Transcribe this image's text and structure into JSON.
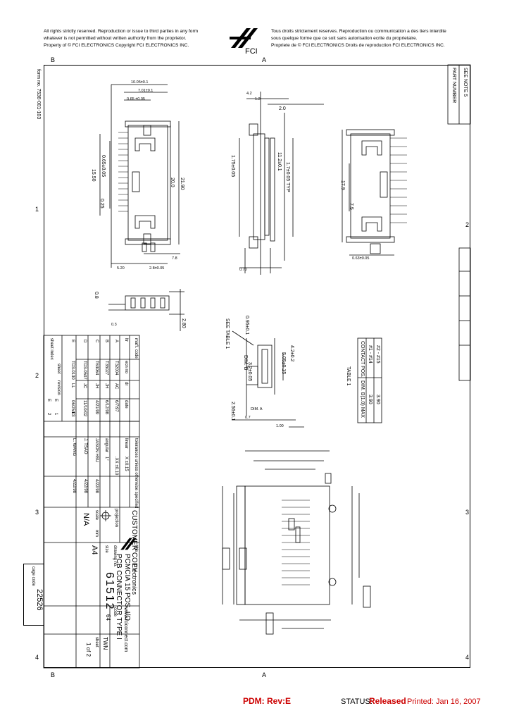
{
  "header": {
    "en_line1": "All rights strictly reserved. Reproduction or issue to third parties in any form",
    "en_line2": "whatever is not permitted without written authority from the proprietor.",
    "en_line3": "Property of © FCI ELECTRONICS          Copyright FCI ELECTRONICS INC.",
    "fr_line1": "Tous droits strictement reserves.  Reproduction ou communication a des tiers interdite",
    "fr_line2": "sous quelque forme que ce soit sans autorisation ecrite du proprietaire.",
    "fr_line3": "Propriete de © FCI ELECTRONICS          Droits de reproduction FCI ELECTRONICS INC.",
    "logo_text": "FCI"
  },
  "frame": {
    "zone_letters": [
      "B",
      "A",
      "A",
      "B"
    ],
    "zone_numbers": [
      "1",
      "2",
      "3",
      "4"
    ],
    "form_no": "form no. 7536-001-103"
  },
  "right_box": {
    "part_number": "PART NUMBER",
    "size_note": "SEE NOTE 5"
  },
  "dimensions": {
    "top_view": [
      "10.05±0.1",
      "7.01±0.1",
      "0.65 ±0.05",
      "15.50",
      "0.65±0.05",
      "0.25",
      "20.0",
      "21.90",
      "5.20",
      "2.8±0.05",
      "7.8",
      "0.3",
      "2.80",
      "0.8"
    ],
    "side_view": [
      "4.2",
      "1.2",
      "2.0",
      "1.75±0.05",
      "1.7±0.05 TYP",
      "11.2±0.1",
      "0.70"
    ],
    "right_view": [
      "17.9",
      "7.5",
      "0.63±0.05"
    ],
    "section": [
      "0.95±0.1",
      "4.2±0.2",
      "5.05±0.15",
      "3.2±0.05",
      "2.56±0.1",
      "0.7",
      "1.00"
    ],
    "section_labels": [
      "SEE TABLE 1",
      "DIM. A",
      "DIM. B"
    ]
  },
  "table1": {
    "title": "TABLE 1",
    "col1": "CONTACT POS.",
    "col2": "DIM. B(1.0) MAX",
    "row1": [
      "#1 - #14",
      "3.90"
    ],
    "row2": [
      "#2 - #15",
      "3.90"
    ]
  },
  "title_block": {
    "customer_copy": "CUSTOMER COPY",
    "title_label": "title",
    "title_line1": "PCMCIA 15 POS. I/O",
    "title_line2": "PCB CONNECTOR TYPE I",
    "company": "Electronics",
    "website": "www.fciconnect.com",
    "size_label": "size",
    "size_value": "A4",
    "dwg_no_label": "drawing no.",
    "dwg_no": "61512",
    "code_label": "code",
    "code_value": "64",
    "twn": "TWN",
    "sheet_label": "sheet",
    "sheet_value": "1 of 2",
    "scale_label": "scale",
    "scale_value": "N/A",
    "units": "mm",
    "projection": "projection",
    "tolerances": "tolerances unless otherwise specified",
    "tol_x": "X  ±0.15",
    "tol_xx": ".XX  ±0.10",
    "tol_ang": "1°",
    "linear": "linear",
    "angle": "angular",
    "drawn": [
      "dr",
      "JASON HSU",
      "4/22/98"
    ],
    "checked": [
      "chk",
      "J. TSAO",
      "4/22/98"
    ],
    "approved": [
      "appd",
      "L. WANG",
      "4/22/98"
    ],
    "matl_code": "mat'l. code",
    "revisions": [
      [
        "A",
        "T32004",
        "AC",
        "6/7/97"
      ],
      [
        "B",
        "T35027",
        "JH",
        "6/12/98"
      ],
      [
        "C",
        "T63064",
        "JH",
        "4/21/99"
      ],
      [
        "D",
        "TD3-0507",
        "JC",
        "11/10/02"
      ],
      [
        "E",
        "TD3-0130",
        "LL",
        "06/25/03"
      ]
    ],
    "rev_headers": [
      "ltr",
      "ecn no",
      "dr",
      "date"
    ],
    "sheet_index": "sheet index",
    "sheet_col": "sheet",
    "revision_col": "revision",
    "sheet_rows": [
      [
        "1",
        "E"
      ],
      [
        "2",
        "E"
      ]
    ],
    "cage_code_label": "cage code",
    "cage_code": "22526"
  },
  "footer": {
    "pdm": "PDM: Rev:E",
    "status_label": "STATUS:",
    "status_value": "Released",
    "printed": "Printed: Jan 16, 2007"
  }
}
